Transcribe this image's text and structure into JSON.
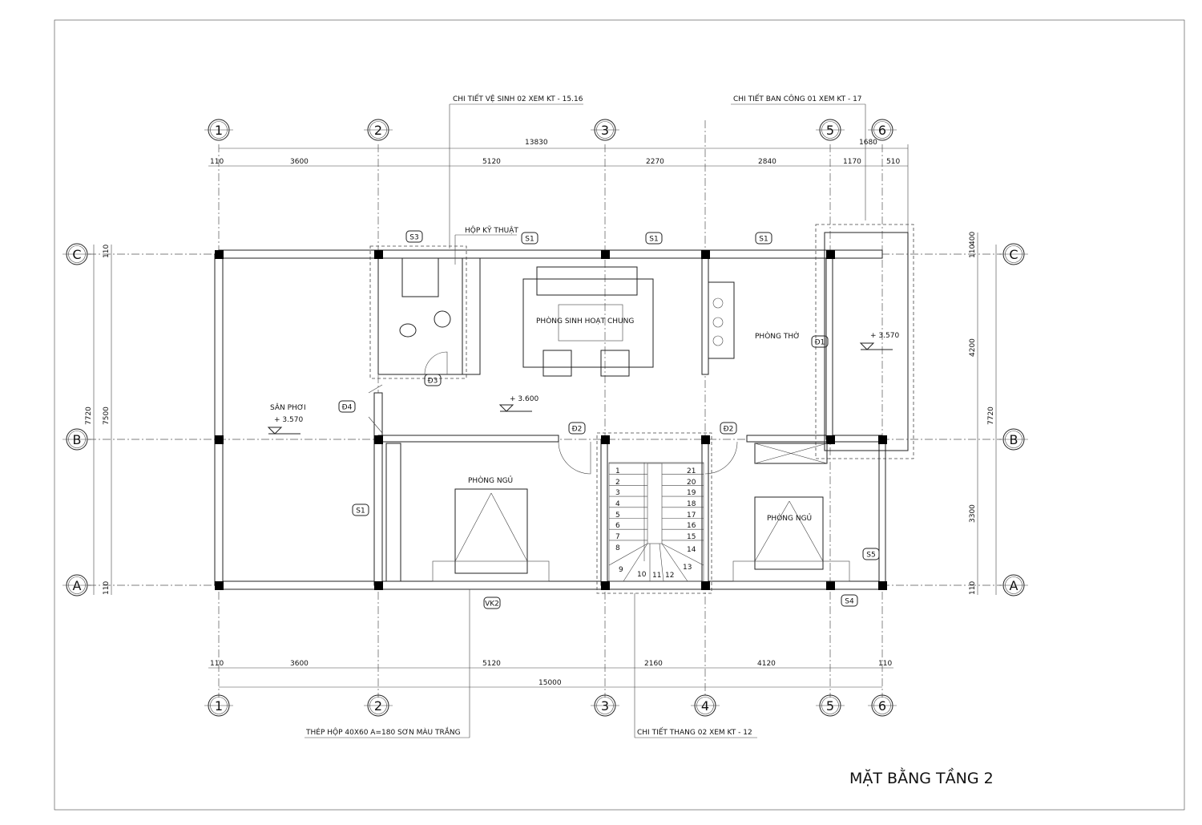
{
  "title": "MẶT BẰNG TẦNG 2",
  "notes": {
    "wc_detail": "CHI TIẾT VỆ SINH 02 XEM KT - 15.16",
    "balcony_detail": "CHI TIẾT BAN CÔNG 01 XEM KT - 17",
    "steel": "THÉP HỘP 40X60  A=180 SƠN MÀU TRẮNG",
    "stair_detail": "CHI TIẾT THANG 02 XEM KT - 12",
    "tech_box": "HỘP KỸ THUẬT"
  },
  "grid": {
    "top": [
      "1",
      "2",
      "3",
      "5",
      "6"
    ],
    "bottom": [
      "1",
      "2",
      "3",
      "4",
      "5",
      "6"
    ],
    "rows": [
      "C",
      "B",
      "A"
    ]
  },
  "dims": {
    "top_total": "13830",
    "top_right": "1680",
    "top": [
      "110",
      "3600",
      "5120",
      "2270",
      "2840",
      "1170",
      "510"
    ],
    "bottom": [
      "110",
      "3600",
      "5120",
      "2160",
      "4120",
      "110"
    ],
    "bottom_total": "15000",
    "left_total": "7720",
    "left_inner": "7500",
    "left_ends": [
      "110",
      "110"
    ],
    "right": [
      "400",
      "110",
      "4200",
      "3300",
      "110"
    ],
    "right_total": "7720"
  },
  "rooms": {
    "living": "PHÒNG SINH HOẠT CHUNG",
    "worship": "PHÒNG THỜ",
    "drying": "SÂN PHƠI",
    "bed1": "PHÒNG NGỦ",
    "bed2": "PHÒNG NGỦ"
  },
  "levels": {
    "drying": "+ 3.570",
    "living": "+ 3.600",
    "balcony": "+ 3.570"
  },
  "tags": {
    "s3": "S3",
    "s1a": "S1",
    "s1b": "S1",
    "s1c": "S1",
    "s1d": "S1",
    "d1": "Đ1",
    "d2a": "Đ2",
    "d2b": "Đ2",
    "d3": "Đ3",
    "d4": "Đ4",
    "vk2": "VK2",
    "s4": "S4",
    "s5": "S5"
  },
  "stairs": [
    "1",
    "2",
    "3",
    "4",
    "5",
    "6",
    "7",
    "8",
    "9",
    "10",
    "11",
    "12",
    "13",
    "14",
    "15",
    "16",
    "17",
    "18",
    "19",
    "20",
    "21"
  ]
}
